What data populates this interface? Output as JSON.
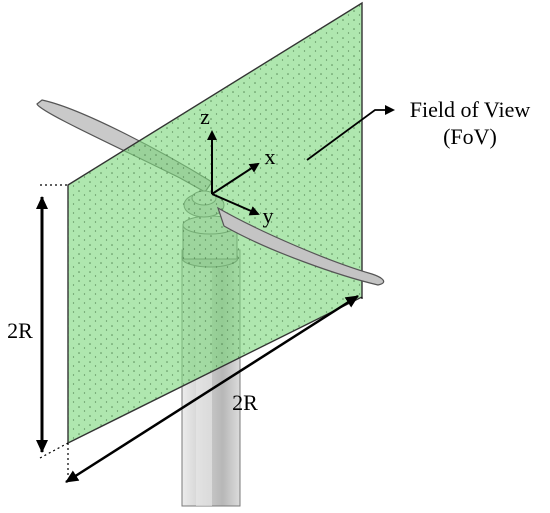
{
  "labels": {
    "fov_line1": "Field of View",
    "fov_line2": "(FoV)",
    "axis_z": "z",
    "axis_x": "x",
    "axis_y": "y",
    "height_dim": "2R",
    "width_dim": "2R"
  },
  "colors": {
    "fov_plane": "#7ed87e",
    "fov_edge": "#333333",
    "tower": "#d6d6d6",
    "blade": "#c8c8c8",
    "arrow": "#000000"
  }
}
